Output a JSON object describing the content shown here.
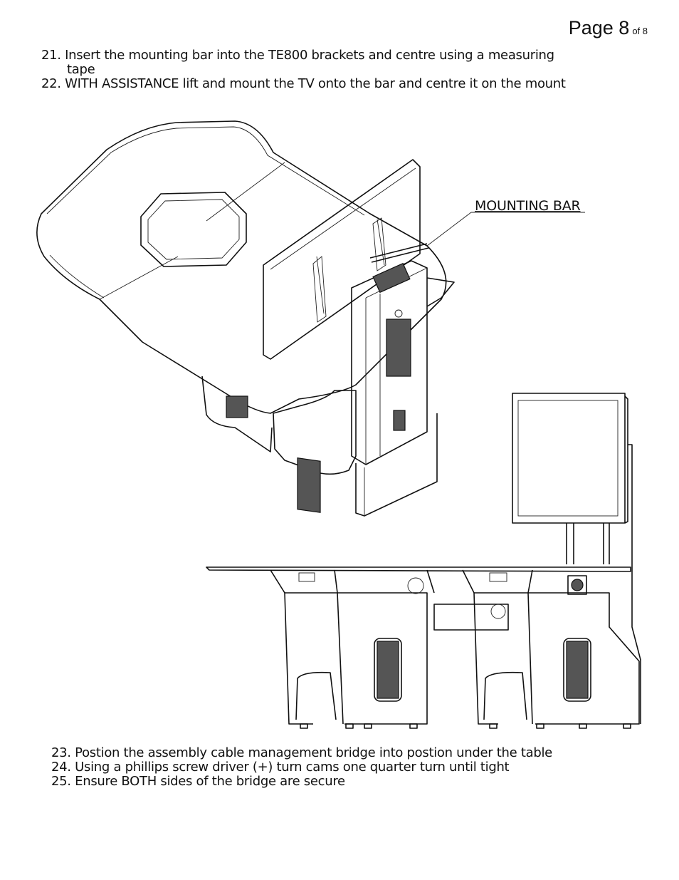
{
  "page": {
    "label": "Page 8",
    "suffix": "of 8"
  },
  "steps_top": [
    {
      "number": "21.",
      "text": "Insert the mounting bar into the TE800 brackets and centre using a measuring",
      "continuation": "tape"
    },
    {
      "number": "22.",
      "text": "WITH ASSISTANCE lift and mount the TV onto the bar and centre it on the mount"
    }
  ],
  "callout": {
    "label": "MOUNTING BAR"
  },
  "steps_bottom": [
    {
      "number": "23.",
      "text": "Postion the assembly cable management bridge into postion under the table"
    },
    {
      "number": "24.",
      "text": "Using a phillips screw driver (+) turn cams one quarter turn until tight"
    },
    {
      "number": "25.",
      "text": "Ensure BOTH sides of the bridge are secure"
    }
  ]
}
